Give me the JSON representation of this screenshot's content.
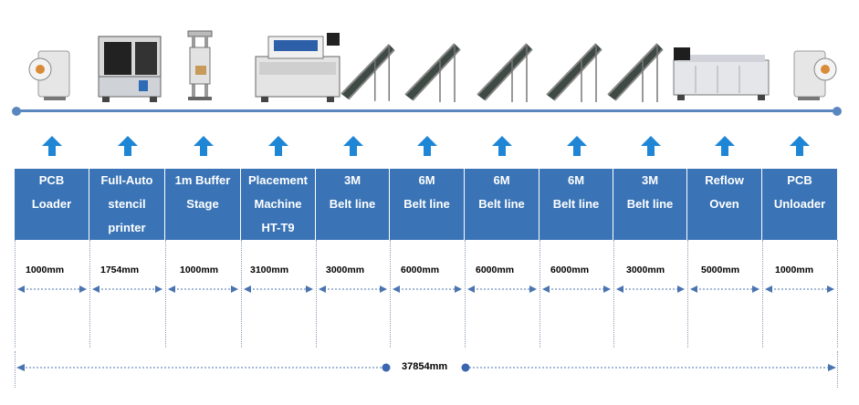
{
  "stations": [
    {
      "name": [
        "PCB",
        "Loader"
      ],
      "length": "1000mm",
      "icon": "pcb-loader-icon"
    },
    {
      "name": [
        "Full-Auto",
        "stencil",
        "printer"
      ],
      "length": "1754mm",
      "icon": "stencil-printer-icon"
    },
    {
      "name": [
        "1m Buffer",
        "Stage"
      ],
      "length": "1000mm",
      "icon": "buffer-stage-icon"
    },
    {
      "name": [
        "Placement",
        "Machine",
        "HT-T9"
      ],
      "length": "3100mm",
      "icon": "placement-machine-icon"
    },
    {
      "name": [
        "3M",
        "Belt line"
      ],
      "length": "3000mm",
      "icon": "belt-line-icon"
    },
    {
      "name": [
        "6M",
        "Belt line"
      ],
      "length": "6000mm",
      "icon": "belt-line-icon"
    },
    {
      "name": [
        "6M",
        "Belt line"
      ],
      "length": "6000mm",
      "icon": "belt-line-icon"
    },
    {
      "name": [
        "6M",
        "Belt line"
      ],
      "length": "6000mm",
      "icon": "belt-line-icon"
    },
    {
      "name": [
        "3M",
        "Belt line"
      ],
      "length": "3000mm",
      "icon": "belt-line-icon"
    },
    {
      "name": [
        "Reflow",
        "Oven"
      ],
      "length": "5000mm",
      "icon": "reflow-oven-icon"
    },
    {
      "name": [
        "PCB",
        "Unloader"
      ],
      "length": "1000mm",
      "icon": "pcb-unloader-icon"
    }
  ],
  "total_length": "37854mm",
  "colors": {
    "band": "#3a74b6",
    "arrow": "#1f86d6",
    "line": "#5b87c0",
    "dimension": "#4a74b0"
  }
}
